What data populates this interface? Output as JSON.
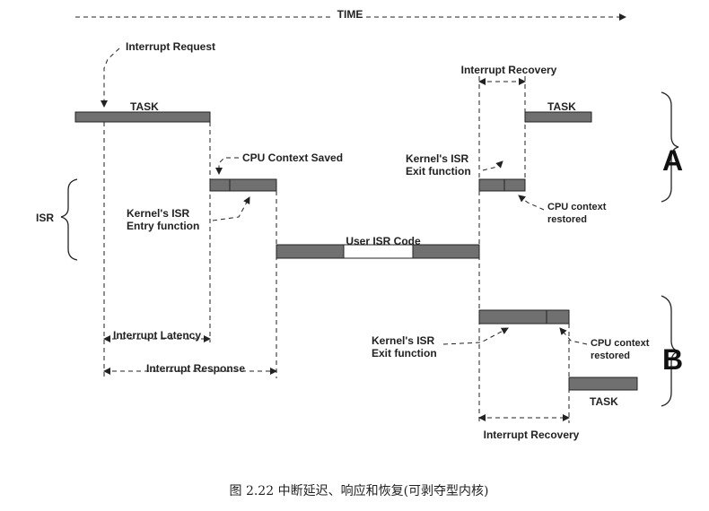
{
  "time_label": "TIME",
  "labels": {
    "interrupt_request": "Interrupt Request",
    "task_top_left": "TASK",
    "cpu_context_saved": "CPU Context Saved",
    "kernel_isr_entry_line1": "Kernel's ISR",
    "kernel_isr_entry_line2": "Entry function",
    "isr": "ISR",
    "user_isr_code": "User ISR Code",
    "interrupt_latency": "Interrupt Latency",
    "interrupt_response": "Interrupt Response",
    "interrupt_recovery_top": "Interrupt Recovery",
    "task_top_right": "TASK",
    "kernel_isr_exit_a_line1": "Kernel's ISR",
    "kernel_isr_exit_a_line2": "Exit function",
    "cpu_context_restored_a_line1": "CPU context",
    "cpu_context_restored_a_line2": "restored",
    "section_a": "A",
    "section_b": "B",
    "kernel_isr_exit_b_line1": "Kernel's ISR",
    "kernel_isr_exit_b_line2": "Exit function",
    "cpu_context_restored_b_line1": "CPU context",
    "cpu_context_restored_b_line2": "restored",
    "task_bottom_right": "TASK",
    "interrupt_recovery_bottom": "Interrupt Recovery"
  },
  "caption": "图 2.22 中断延迟、响应和恢复(可剥夺型内核)"
}
